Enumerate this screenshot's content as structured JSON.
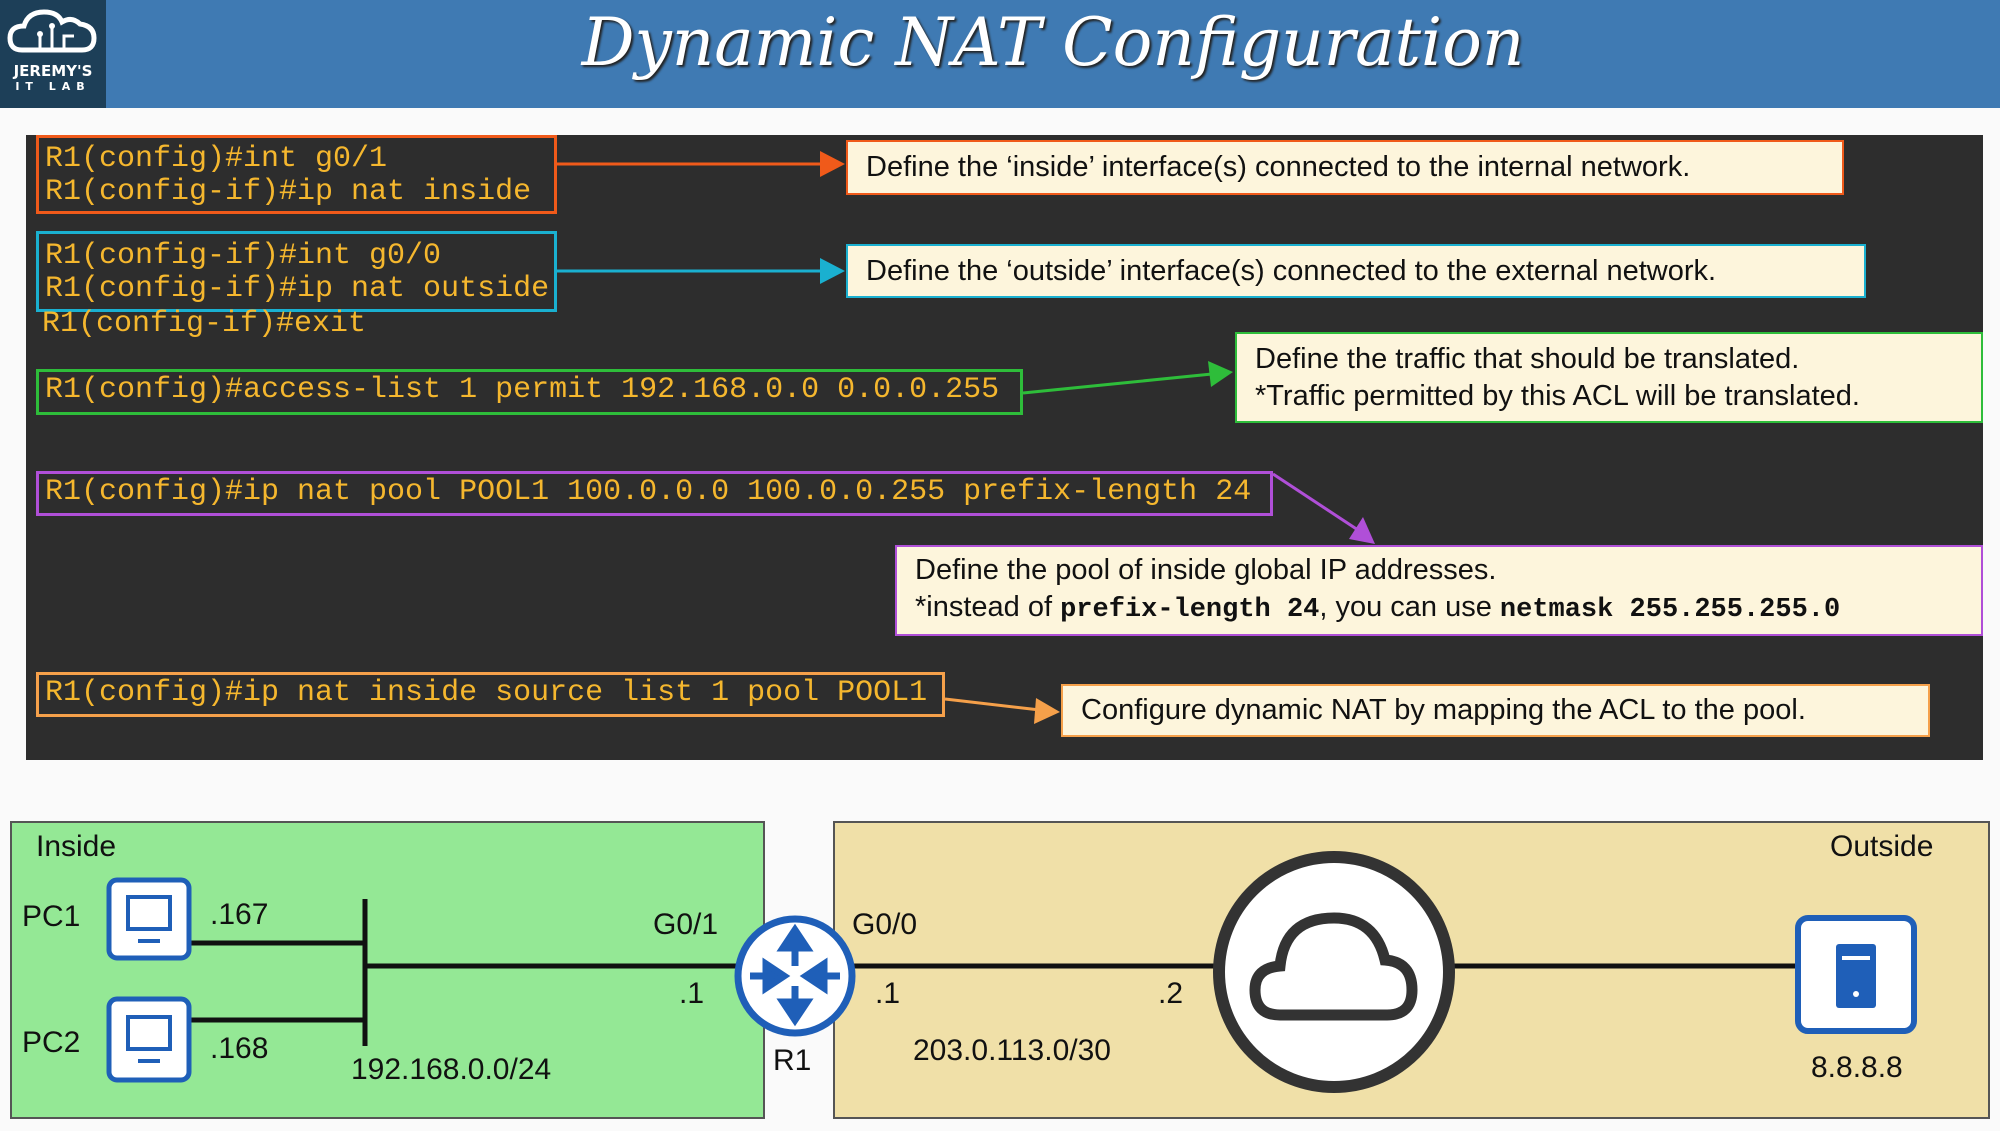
{
  "header": {
    "title": "Dynamic NAT Configuration",
    "logo_line1": "JEREMY'S",
    "logo_line2": "IT LAB"
  },
  "config": {
    "block1": [
      "R1(config)#int g0/1",
      "R1(config-if)#ip nat inside"
    ],
    "block2": [
      "R1(config-if)#int g0/0",
      "R1(config-if)#ip nat outside"
    ],
    "exit_line": "R1(config-if)#exit",
    "acl_line": "R1(config)#access-list 1 permit 192.168.0.0 0.0.0.255",
    "pool_line": "R1(config)#ip nat pool POOL1 100.0.0.0 100.0.0.255 prefix-length 24",
    "nat_line": "R1(config)#ip nat inside source list 1 pool POOL1"
  },
  "callouts": {
    "inside": "Define the ‘inside’ interface(s) connected to the internal network.",
    "outside": "Define the ‘outside’ interface(s) connected to the external network.",
    "acl_line1": "Define the traffic that should be translated.",
    "acl_line2": "*Traffic permitted by this ACL will be translated.",
    "pool_line1": "Define the pool of inside global IP addresses.",
    "pool_pre": "*instead of ",
    "pool_code1": "prefix-length 24",
    "pool_mid": ", you can use ",
    "pool_code2": "netmask 255.255.255.0",
    "nat": "Configure dynamic NAT by mapping the ACL to the pool."
  },
  "colors": {
    "inside_box": "#f05a1a",
    "outside_box": "#1ab0d0",
    "acl_box": "#2ebd3a",
    "pool_box": "#b04fd8",
    "nat_box": "#f5a04a",
    "code_text": "#f5b72e",
    "inside_zone": "#94e895",
    "outside_zone": "#f0e0a8",
    "device_blue": "#1f5fb8"
  },
  "diagram": {
    "inside_label": "Inside",
    "outside_label": "Outside",
    "pc1": "PC1",
    "pc1_ip": ".167",
    "pc2": "PC2",
    "pc2_ip": ".168",
    "inside_subnet": "192.168.0.0/24",
    "r1_g01": "G0/1",
    "r1_g01_ip": ".1",
    "router": "R1",
    "r1_g00": "G0/0",
    "r1_g00_ip": ".1",
    "isp_ip": ".2",
    "outside_subnet": "203.0.113.0/30",
    "server_ip": "8.8.8.8",
    "icons": [
      "pc-icon",
      "router-icon",
      "cloud-icon",
      "server-icon"
    ]
  }
}
